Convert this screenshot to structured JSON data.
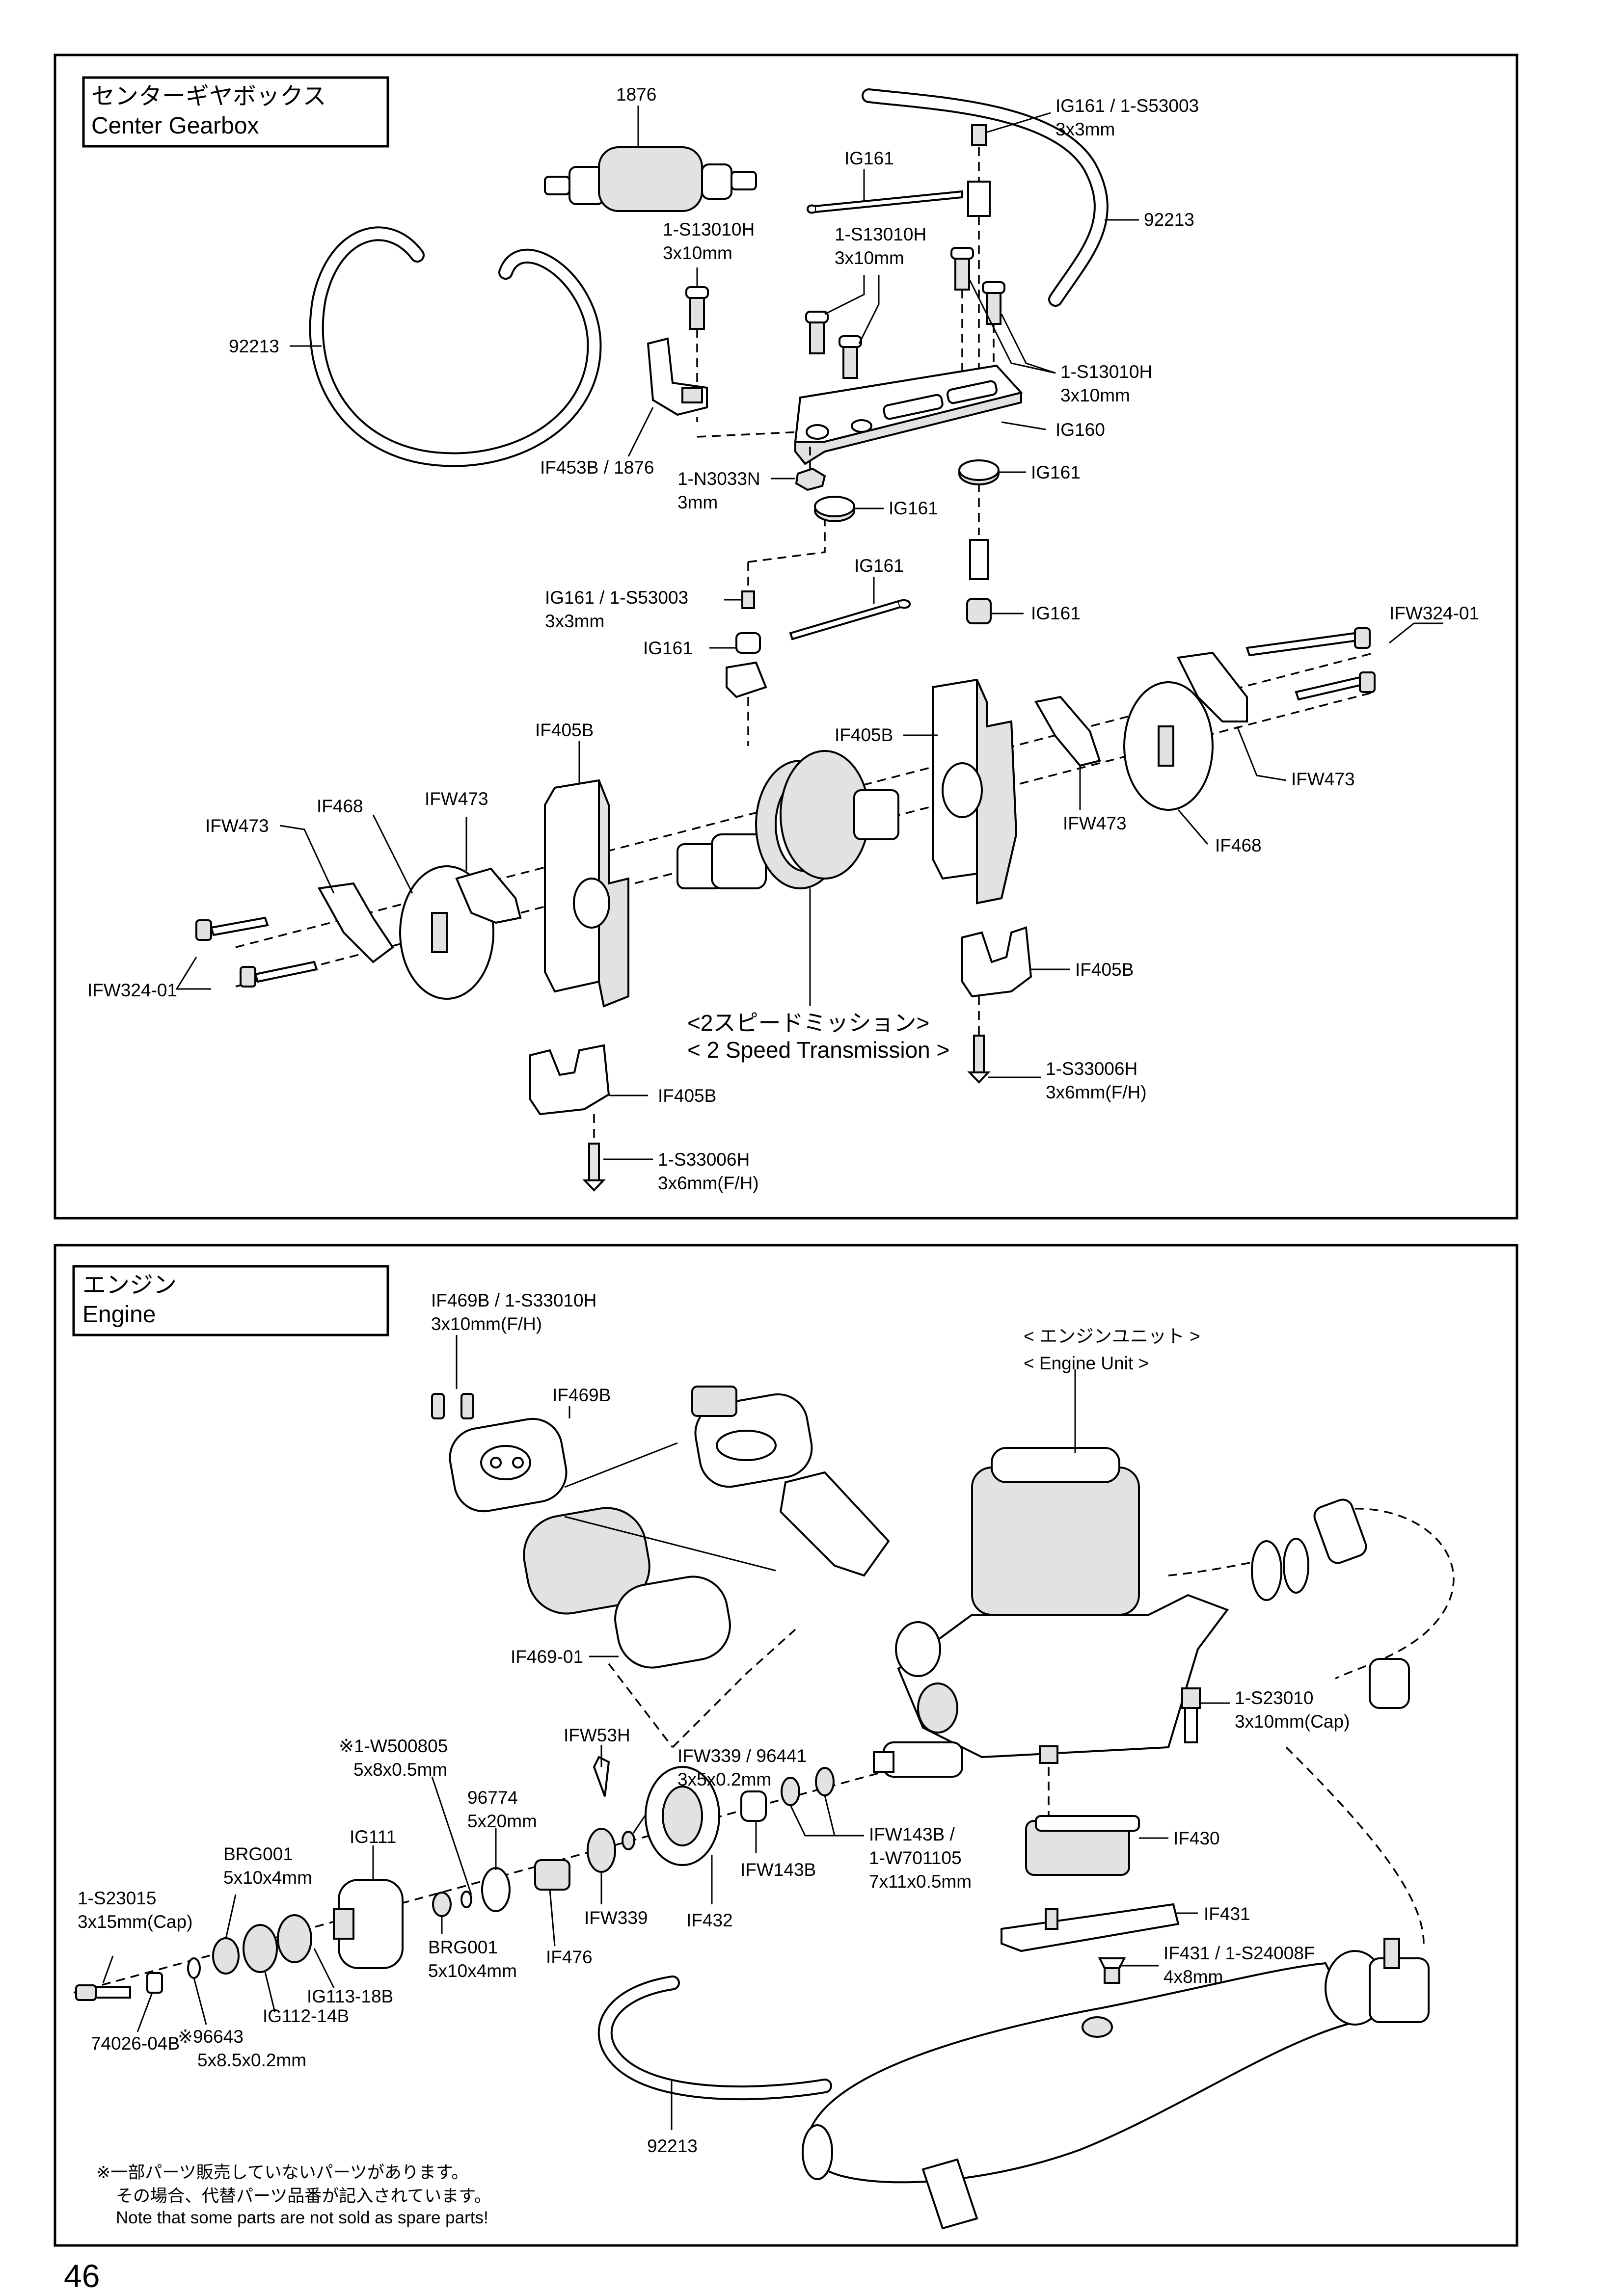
{
  "page_number": "46",
  "center_gearbox": {
    "title_ja": "センターギヤボックス",
    "title_en": "Center Gearbox",
    "labels": {
      "p1876": "1876",
      "ig161_s53003_top": "IG161 / 1-S53003",
      "ig161_s53003_top_size": "3x3mm",
      "ig161_pin_top": "IG161",
      "hose_right": "92213",
      "screw_a": "1-S13010H",
      "screw_a_size": "3x10mm",
      "screw_b": "1-S13010H",
      "screw_b_size": "3x10mm",
      "hose_left": "92213",
      "screw_c": "1-S13010H",
      "screw_c_size": "3x10mm",
      "plate": "IG160",
      "holder": "IF453B / 1876",
      "nut": "1-N3033N",
      "nut_size": "3mm",
      "bush_right": "IG161",
      "bush_left": "IG161",
      "pin_mid": "IG161",
      "ig161_s53003_mid": "IG161 / 1-S53003",
      "ig161_s53003_mid_size": "3x3mm",
      "post_right": "IG161",
      "post_left": "IG161",
      "ifw324_right": "IFW324-01",
      "if405b_left": "IF405B",
      "if405b_right": "IF405B",
      "ifw473_a": "IFW473",
      "if468_left": "IF468",
      "ifw473_left": "IFW473",
      "ifw473_right": "IFW473",
      "ifw473_far_right": "IFW473",
      "if468_right": "IF468",
      "ifw324_left": "IFW324-01",
      "if405b_mount_right": "IF405B",
      "transmission_ja": "<2スピードミッション>",
      "transmission_en": "< 2 Speed Transmission >",
      "screw_fh_right": "1-S33006H",
      "screw_fh_right_size": "3x6mm(F/H)",
      "if405b_mount_left": "IF405B",
      "screw_fh_left": "1-S33006H",
      "screw_fh_left_size": "3x6mm(F/H)"
    }
  },
  "engine": {
    "title_ja": "エンジン",
    "title_en": "Engine",
    "labels": {
      "if469b_screw": "IF469B / 1-S33010H",
      "if469b_screw_size": "3x10mm(F/H)",
      "if469b": "IF469B",
      "engine_unit_ja": "< エンジンユニット >",
      "engine_unit_en": "< Engine Unit >",
      "if469_01": "IF469-01",
      "s23010": "1-S23010",
      "s23010_size": "3x10mm(Cap)",
      "w500805": "※1-W500805",
      "w500805_size": "5x8x0.5mm",
      "ifw53h": "IFW53H",
      "ifw339_96441": "IFW339 / 96441",
      "ifw339_96441_size": "3x5x0.2mm",
      "p96774": "96774",
      "p96774_size": "5x20mm",
      "ig111": "IG111",
      "brg001_a": "BRG001",
      "brg001_a_size": "5x10x4mm",
      "if430": "IF430",
      "ifw143b_w": "IFW143B /",
      "w701105": "1-W701105",
      "w701105_size": "7x11x0.5mm",
      "ifw143b": "IFW143B",
      "s23015": "1-S23015",
      "s23015_size": "3x15mm(Cap)",
      "brg001_b": "BRG001",
      "brg001_b_size": "5x10x4mm",
      "ifw339": "IFW339",
      "if432": "IF432",
      "if476": "IF476",
      "if431": "IF431",
      "if431_s24008f": "IF431 / 1-S24008F",
      "if431_s24008f_size": "4x8mm",
      "ig113_18b": "IG113-18B",
      "ig112_14b": "IG112-14B",
      "p74026_04b": "74026-04B",
      "p96643": "※96643",
      "p96643_size": "5x8.5x0.2mm",
      "hose": "92213"
    },
    "note_ja_1": "※一部パーツ販売していないパーツがあります。",
    "note_ja_2": "その場合、代替パーツ品番が記入されています。",
    "note_en": "Note that some parts are not sold as spare parts!"
  }
}
